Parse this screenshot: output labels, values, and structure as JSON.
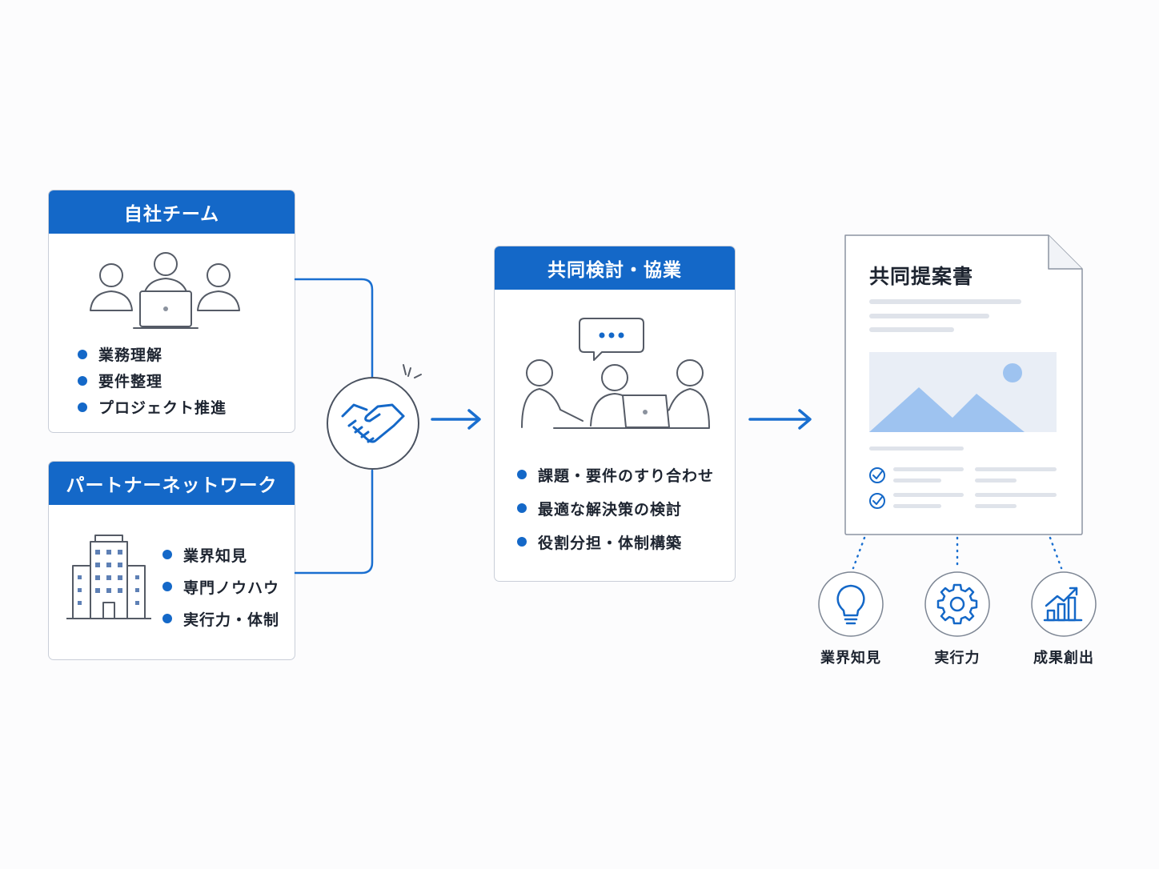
{
  "own_team": {
    "title": "自社チーム",
    "items": [
      "業務理解",
      "要件整理",
      "プロジェクト推進"
    ]
  },
  "partner_network": {
    "title": "パートナーネットワーク",
    "items": [
      "業界知見",
      "専門ノウハウ",
      "実行力・体制"
    ]
  },
  "collaboration": {
    "title": "共同検討・協業",
    "items": [
      "課題・要件のすり合わせ",
      "最適な解決策の検討",
      "役割分担・体制構築"
    ]
  },
  "proposal": {
    "title": "共同提案書"
  },
  "outcomes": [
    {
      "label": "業界知見",
      "icon": "lightbulb-icon"
    },
    {
      "label": "実行力",
      "icon": "gear-icon"
    },
    {
      "label": "成果創出",
      "icon": "growth-chart-icon"
    }
  ],
  "colors": {
    "accent": "#1468c8",
    "line": "#1a6fd0",
    "outline": "#555b66",
    "image_fill": "#9ec3f0",
    "image_bg": "#e9eef6"
  }
}
